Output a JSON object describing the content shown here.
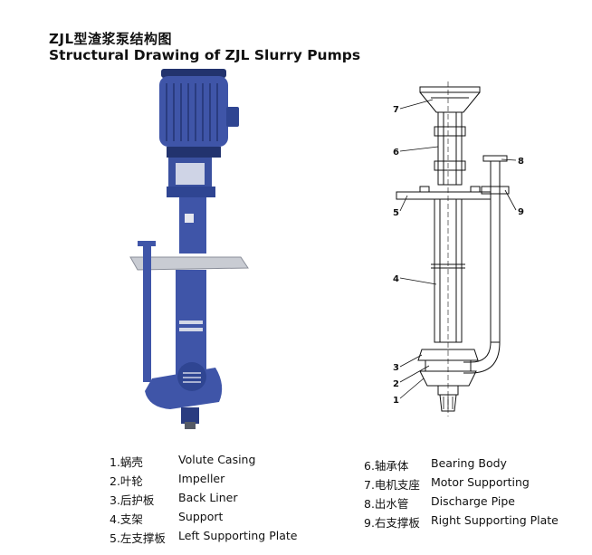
{
  "title": {
    "zh": "ZJL型渣浆泵结构图",
    "en": "Structural Drawing of ZJL Slurry Pumps"
  },
  "parts": [
    {
      "num": "1",
      "zh": "1.蜗壳",
      "en": "Volute Casing"
    },
    {
      "num": "2",
      "zh": "2.叶轮",
      "en": "Impeller"
    },
    {
      "num": "3",
      "zh": "3.后护板",
      "en": "Back Liner"
    },
    {
      "num": "4",
      "zh": "4.支架",
      "en": "Support"
    },
    {
      "num": "5",
      "zh": "5.左支撑板",
      "en": "Left Supporting Plate"
    },
    {
      "num": "6",
      "zh": "6.轴承体",
      "en": "Bearing Body"
    },
    {
      "num": "7",
      "zh": "7.电机支座",
      "en": "Motor Supporting"
    },
    {
      "num": "8",
      "zh": "8.出水管",
      "en": "Discharge Pipe"
    },
    {
      "num": "9",
      "zh": "9.右支撑板",
      "en": "Right Supporting Plate"
    }
  ],
  "colors": {
    "pump_blue": "#3f55a8",
    "pump_dark": "#22336e",
    "plate_gray": "#c9ccd3",
    "line": "#111111"
  }
}
